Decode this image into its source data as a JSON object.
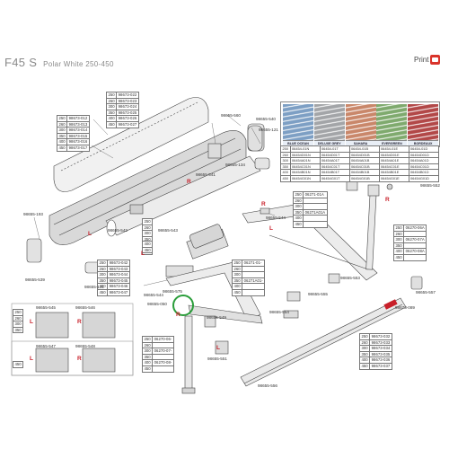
{
  "header": {
    "title": "F45 S",
    "subtitle": "Polar White 250-450",
    "print_label": "Print"
  },
  "colors": {
    "frame": "#d2d2d2",
    "frame_dark": "#9a9a9a",
    "side_mark": "#c8202a",
    "highlight": "#2a9d3a"
  },
  "fabric": {
    "names": [
      "BLUE OCEAN",
      "DELUXE GREY",
      "SAHARA",
      "EVERGREEN",
      "BORDEAUX"
    ],
    "swatch_colors": [
      "#7d9fc4",
      "#a3a5a8",
      "#c9876a",
      "#7faa6e",
      "#b24848"
    ],
    "sizes": [
      "250",
      "260",
      "300",
      "350",
      "400",
      "450"
    ],
    "codes": [
      [
        "06454-01N",
        "06454-01T",
        "06454-01B",
        "06454-01E",
        "06454-01D"
      ],
      [
        "06454D01N",
        "06454D01T",
        "06454D01B",
        "06454D01E",
        "06454D01D"
      ],
      [
        "06454A01N",
        "06454A01T",
        "06454A01B",
        "06454A01E",
        "06454A01D"
      ],
      [
        "06454C01N",
        "06454C01T",
        "06454C01B",
        "06454C01E",
        "06454C01D"
      ],
      [
        "06454B01N",
        "06454B01T",
        "06454B01B",
        "06454B01E",
        "06454B01D"
      ],
      [
        "06454G01N",
        "06454G01T",
        "06454G01B",
        "06454G01E",
        "06454G01D"
      ]
    ]
  },
  "tables": {
    "cover_top": [
      [
        "250",
        "98673-022"
      ],
      [
        "260",
        "98673-023"
      ],
      [
        "300",
        "98673-024"
      ],
      [
        "350",
        "98673-025"
      ],
      [
        "400",
        "98673-026"
      ],
      [
        "450",
        "98673-027"
      ]
    ],
    "cover_left": [
      [
        "250",
        "98673-012"
      ],
      [
        "260",
        "98673-013"
      ],
      [
        "300",
        "98673-014"
      ],
      [
        "350",
        "98673-015"
      ],
      [
        "400",
        "98673-016"
      ],
      [
        "450",
        "98673-017"
      ]
    ],
    "tube": [
      [
        "250",
        "98673-042"
      ],
      [
        "260",
        "98673-043"
      ],
      [
        "300",
        "98673-044"
      ],
      [
        "350",
        "98673-045"
      ],
      [
        "400",
        "98673-046"
      ],
      [
        "450",
        "98673-047"
      ]
    ],
    "arm_top": [
      [
        "250",
        "06271-01A"
      ],
      [
        "260",
        ""
      ],
      [
        "300",
        ""
      ],
      [
        "350",
        "06271A01A"
      ],
      [
        "400",
        ""
      ],
      [
        "450",
        ""
      ]
    ],
    "arm_right": [
      [
        "250",
        "06270-06A"
      ],
      [
        "260",
        ""
      ],
      [
        "300",
        "06270-07A"
      ],
      [
        "350",
        ""
      ],
      [
        "400",
        "06270-08A"
      ],
      [
        "450",
        ""
      ]
    ],
    "arm_mid": [
      [
        "250",
        "06271-01-"
      ],
      [
        "260",
        ""
      ],
      [
        "300",
        ""
      ],
      [
        "350",
        "06271A01-"
      ],
      [
        "400",
        ""
      ],
      [
        "450",
        ""
      ]
    ],
    "arm_bottom": [
      [
        "250",
        "06270-06-"
      ],
      [
        "260",
        ""
      ],
      [
        "300",
        "06270-07-"
      ],
      [
        "350",
        ""
      ],
      [
        "400",
        "06270-08-"
      ],
      [
        "450",
        ""
      ]
    ],
    "front_profile": [
      [
        "250",
        "98673-032"
      ],
      [
        "260",
        "98673-033"
      ],
      [
        "300",
        "98673-034"
      ],
      [
        "350",
        "98673-035"
      ],
      [
        "400",
        "98673-036"
      ],
      [
        "450",
        "98673-037"
      ]
    ],
    "sizes_mid": [
      "250",
      "260",
      "300",
      "350",
      "400",
      "450"
    ],
    "sizes_small": [
      "400",
      "450"
    ],
    "sizes_left_top": [
      "250",
      "260",
      "300",
      "350"
    ],
    "sizes_left_bottom": [
      "450"
    ]
  },
  "parts": {
    "p540": "98655-540",
    "p121": "98655-121",
    "p560": "98655-560",
    "p134": "98655-134",
    "p541": "98655-541",
    "p542": "98655-542",
    "p193": "98655-193",
    "p539": "98655-539",
    "p131": "98655-131",
    "p543": "98655-543",
    "p544a": "98655-544",
    "p544b": "98655-544",
    "p575": "98655-575",
    "p050a": "98655-050",
    "p050b": "98655-050",
    "p545": "98655-545",
    "p546": "98655-546",
    "p547": "98655-547",
    "p548": "98655-548",
    "p576": "98655-576",
    "p550": "98655-550",
    "p552": "98655-552",
    "p553": "98655-553",
    "p555": "98655-555",
    "p554": "98655-554",
    "p549": "98655-549",
    "p551": "98655-551",
    "p556": "98655-556",
    "p557": "98655-557",
    "p089": "98673-089"
  },
  "marks": {
    "L": "L",
    "R": "R"
  }
}
